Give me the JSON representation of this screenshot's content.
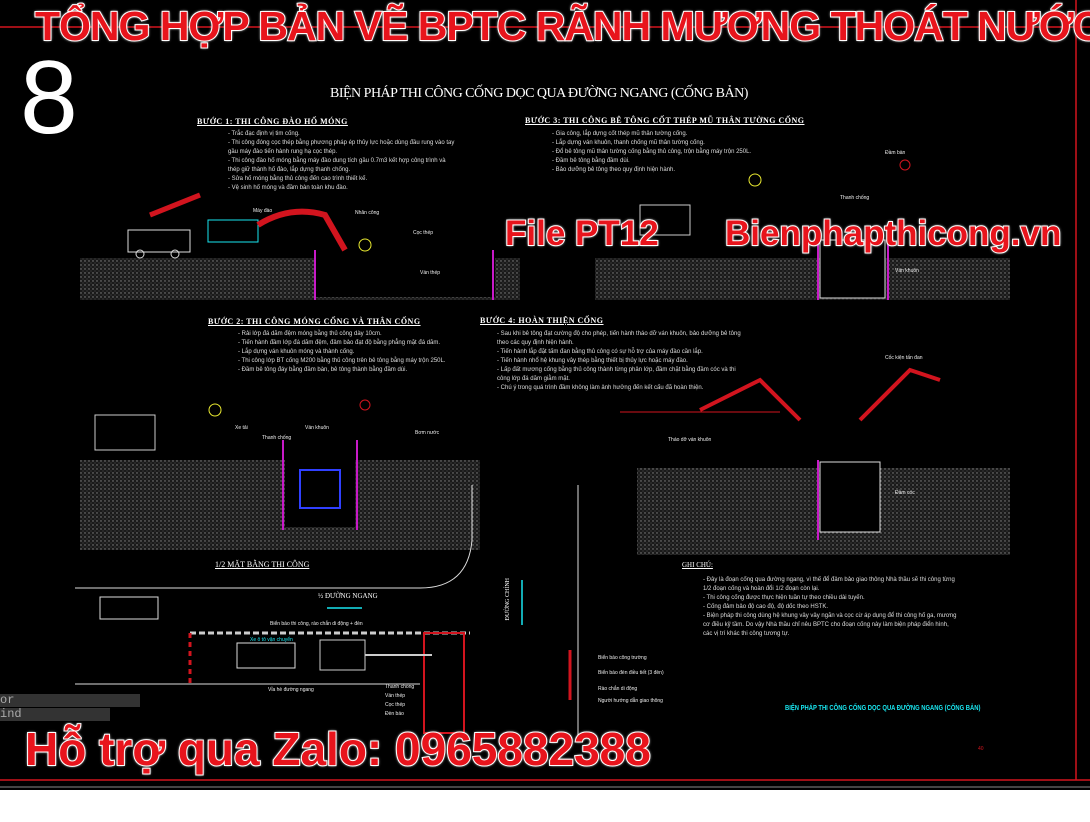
{
  "overlay": {
    "banner_title": "TỔNG HỢP BẢN VẼ BPTC RÃNH MƯƠNG THOÁT NƯỚC",
    "number": "8",
    "file_label": "File PT12",
    "website": "Bienphapthicong.vn",
    "support": "Hỗ trợ qua Zalo: 0965882388"
  },
  "drawing": {
    "title": "BIỆN PHÁP THI CÔNG CỐNG DỌC QUA ĐƯỜNG NGANG (CỐNG BẢN)",
    "steps": [
      {
        "header": "BƯỚC 1: THI CÔNG ĐÀO HỐ MÓNG",
        "bullets": [
          "- Trắc đạc định vị tim cống.",
          "- Thi công đóng cọc thép bằng phương pháp ép thủy lực hoặc dùng đầu rung vào tay gầu máy đào tiến hành rung hạ cọc thép.",
          "- Thi công đào hố móng bằng máy đào dung tích gầu 0.7m3 kết hợp công trình và thép giữ thành hố đào, lắp dựng thanh chống.",
          "- Sửa hố móng bằng thủ công đến cao trình thiết kế.",
          "- Vệ sinh hố móng và đầm bàn toàn khu đào."
        ]
      },
      {
        "header": "BƯỚC 2: THI CÔNG MÓNG CỐNG VÀ THÂN CỐNG",
        "bullets": [
          "- Rải lớp đá dăm đệm móng bằng thủ công dày 10cm.",
          "- Tiến hành đầm lớp đá dăm đệm, đảm bảo đạt độ bằng phẳng mặt đá dăm.",
          "- Lắp dựng ván khuôn móng và thành cống.",
          "- Thi công lớp BT cống M200 bằng thủ công trên bê tông bằng máy trộn 250L.",
          "- Đầm bê tông đáy bằng đầm bàn, bê tông thành bằng đầm dùi."
        ]
      },
      {
        "header": "BƯỚC 3: THI CÔNG BÊ TÔNG CỐT THÉP MŨ THÂN TƯỜNG CỐNG",
        "bullets": [
          "- Gia công, lắp dựng cốt thép mũ thân tường cống.",
          "- Lắp dựng ván khuôn, thanh chống mũ thân tường cống.",
          "- Đổ bê tông mũ thân tường cống bằng thủ công, trộn bằng máy trộn 250L.",
          "- Đầm bê tông bằng đầm dùi.",
          "- Bảo dưỡng bê tông theo quy định hiện hành."
        ]
      },
      {
        "header": "BƯỚC 4: HOÀN THIỆN CỐNG",
        "bullets": [
          "- Sau khi bê tông đạt cường độ cho phép, tiến hành tháo dỡ ván khuôn, bảo dưỡng bê tông theo các quy định hiện hành.",
          "- Tiến hành lắp đặt tấm đan bằng thủ công có sự hỗ trợ của máy đào cần lắp.",
          "- Tiến hành nhổ hệ khung vây thép bằng thiết bị thủy lực hoặc máy đào.",
          "- Lấp đất mương cống bằng thủ công thành từng phân lớp, đầm chặt bằng đầm cóc và thi công lớp đá dăm giằm mặt.",
          "- Chú ý trong quá trình đầm không làm ảnh hưởng đến kết cấu đã hoàn thiện."
        ]
      }
    ],
    "labels": {
      "may_dao": "Máy đào",
      "nhan_cong": "Nhân công",
      "coc_thep": "Cọc thép",
      "van_thep": "Ván thép",
      "xe_tai": "Xe tải",
      "dam_ban": "Đầm bàn",
      "thanh_chong": "Thanh chống",
      "van_khuon": "Ván khuôn",
      "bom_nuoc": "Bơm nước",
      "coc_kien_tan": "Cốc kiện tấn đan",
      "thao_do_van_khuon": "Tháo dỡ ván khuôn",
      "dam_coc": "Đầm cóc"
    },
    "plan": {
      "title": "1/2 MẶT BẰNG THI CÔNG",
      "road_cross": "½ ĐƯỜNG NGANG",
      "road_main": "ĐƯỜNG CHÍNH",
      "barrier": "Biển báo thi công, rào chắn di động + đèn",
      "edge": "Vỉa hè đường ngang",
      "truck": "Xe ô tô vận chuyển",
      "callouts": [
        "Thanh chống",
        "Ván thép",
        "Cọc thép",
        "Đèn báo"
      ]
    },
    "legend": [
      "Biển báo công trường",
      "Biển báo đèn điều tiết (3 đèn)",
      "Rào chắn di động",
      "Người hướng dẫn giao thông"
    ],
    "notes": {
      "header": "GHI CHÚ:",
      "items": [
        "- Đây là đoạn cống qua đường ngang, vì thế để đảm bảo giao thông Nhà thầu sẽ thi công từng 1/2 đoạn cống và hoàn đổi 1/2 đoạn còn lại.",
        "- Thi công cống được thực hiện tuần tự theo chiều dài tuyến.",
        "- Cống đảm bảo độ cao độ, độ dốc theo HSTK.",
        "- Biện pháp thi công dùng hệ khung vây vây ngăn và cọc cừ áp dụng để thi công hố ga, mương cơ điều kỹ tầm. Do vậy Nhà thầu chỉ nêu BPTC cho đoạn cống này làm biện pháp điển hình, các vị trí khác thi công tương tự."
      ]
    },
    "stamp_title": "BIỆN PHÁP THI CÔNG CỐNG DỌC QUA ĐƯỜNG NGANG (CỐNG BẢN)",
    "sheet_no": "40",
    "cmd_lines": [
      "or",
      "ind"
    ]
  },
  "colors": {
    "background": "#000000",
    "frame": "#d2141e",
    "overlay_red": "#e8141c",
    "cyan": "#19e6f0",
    "magenta": "#c71ac7"
  }
}
